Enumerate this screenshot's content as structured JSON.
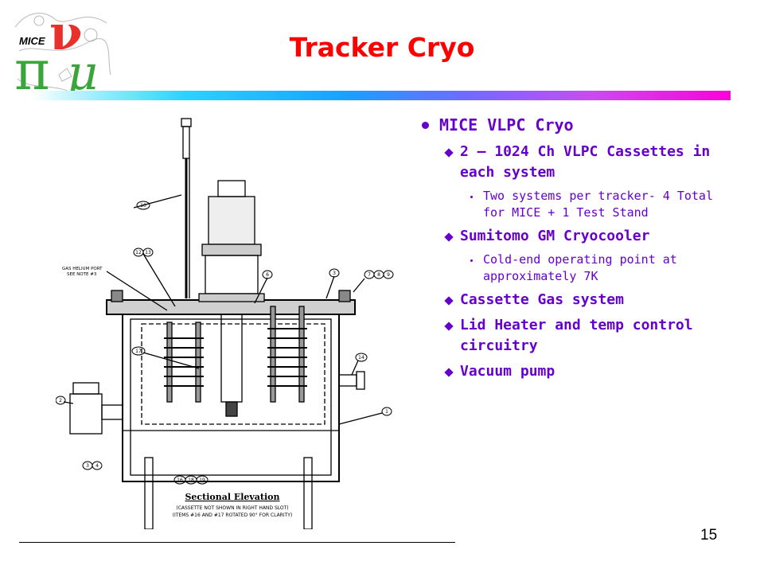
{
  "slide": {
    "title": "Tracker Cryo",
    "page_number": "15"
  },
  "logo": {
    "text": "MICE",
    "letters": [
      "π",
      "ν",
      "μ"
    ]
  },
  "drawing": {
    "caption_title": "Sectional Elevation",
    "caption_line1": "(CASSETTE NOT SHOWN IN RIGHT HAND SLOT)",
    "caption_line2": "(ITEMS #16 AND #17 ROTATED 90° FOR CLARITY)",
    "gas_port_label1": "GAS HELIUM PORT",
    "gas_port_label2": "SEE NOTE #3",
    "callouts": [
      "10",
      "12",
      "13",
      "6",
      "3",
      "7",
      "8",
      "9",
      "17",
      "2",
      "14",
      "1",
      "3",
      "4",
      "16",
      "18",
      "19"
    ]
  },
  "bullets": {
    "main": "MICE VLPC Cryo",
    "item1": "2 – 1024 Ch VLPC Cassettes in each system",
    "item1_sub": "Two systems per tracker- 4 Total for MICE + 1 Test Stand",
    "item2": "Sumitomo GM Cryocooler",
    "item2_sub": "Cold-end operating point at approximately 7K",
    "item3": "Cassette Gas system",
    "item4": "Lid Heater and temp control circuitry",
    "item5": "Vacuum pump"
  },
  "colors": {
    "title": "#ff0000",
    "bullets": "#6600cc",
    "logo_green": "#3aa53a",
    "logo_red": "#e8312a"
  }
}
